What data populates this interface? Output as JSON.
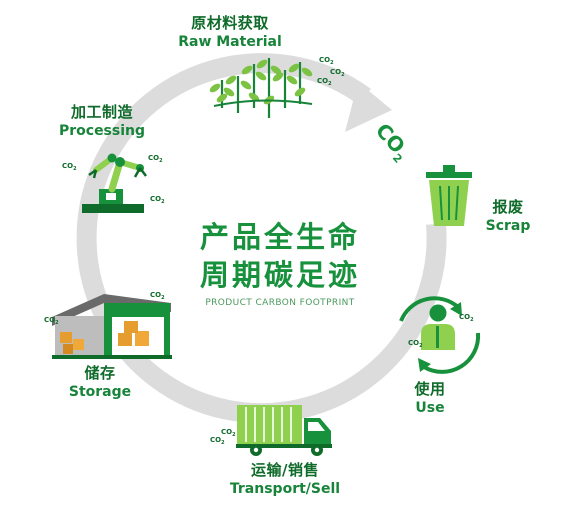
{
  "title": {
    "line1": "产品全生命",
    "line2": "周期碳足迹",
    "english": "PRODUCT CARBON FOOTPRINT"
  },
  "stages": {
    "raw_material": {
      "zh": "原材料获取",
      "en": "Raw Material"
    },
    "processing": {
      "zh": "加工制造",
      "en": "Processing"
    },
    "storage": {
      "zh": "储存",
      "en": "Storage"
    },
    "transport": {
      "zh": "运输/销售",
      "en": "Transport/Sell"
    },
    "use": {
      "zh": "使用",
      "en": "Use"
    },
    "scrap": {
      "zh": "报废",
      "en": "Scrap"
    }
  },
  "co2_label": "CO₂",
  "colors": {
    "dark_green": "#0f6b2a",
    "green": "#18913d",
    "light_green": "#8fd14f",
    "ring": "#dcdcdc"
  }
}
